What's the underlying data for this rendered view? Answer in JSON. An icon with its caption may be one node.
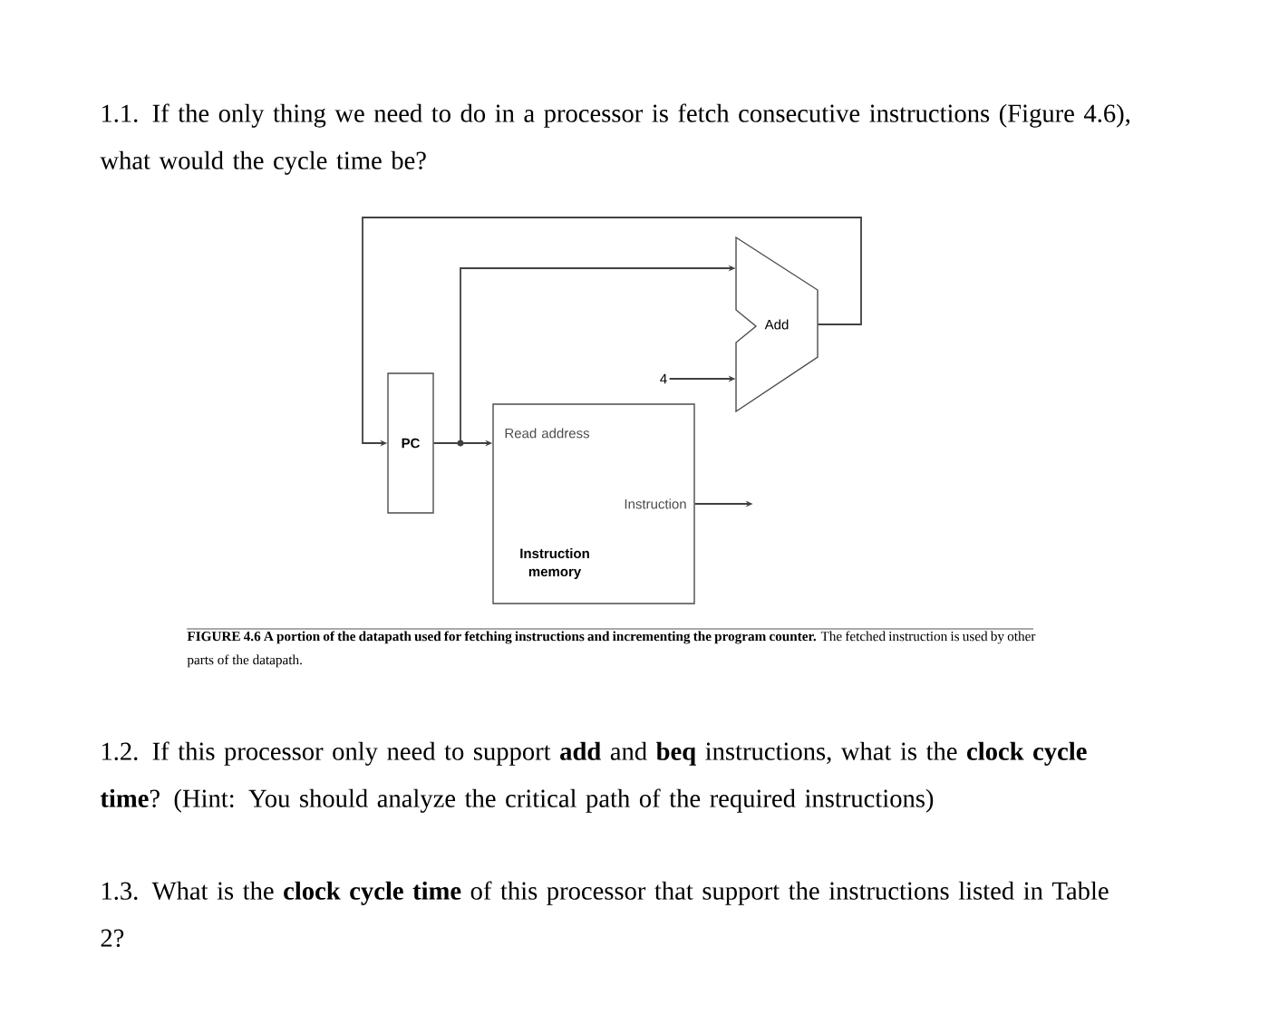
{
  "diagram": {
    "caption": "**FIGURE 4.6 A portion of the datapath used for fetching instructions and incrementing the program counter.** The fetched instruction is used by other parts of the datapath.",
    "nodes": [
      {
        "text": [
          "PC"
        ]
      },
      {
        "text": [
          "Read address",
          "Instruction",
          "Instruction memory"
        ]
      },
      {
        "text": [
          "Add"
        ]
      },
      {
        "text": [
          "4"
        ]
      }
    ],
    "edges": [
      {
        "from": 0,
        "to": 1,
        "arrow": "to"
      },
      {
        "from": 0,
        "to": 2,
        "arrow": "to"
      },
      {
        "from": 2,
        "to": 0,
        "arrow": "to"
      },
      {
        "from": 3,
        "to": 2,
        "arrow": "to"
      },
      {
        "from": 1,
        "to": null,
        "arrow": "to"
      }
    ],
    "labels": [
      "1.1. If the only thing we need to do in a processor is fetch consecutive instructions (Figure 4.6), what would the cycle time be?",
      "1.2. If this processor only need to support **add** and **beq** instructions, what is the **clock cycle time**? (Hint: You should analyze the critical path of the required instructions)",
      "1.3. What is the **clock cycle time** of this processor that support the instructions listed in Table 2?"
    ]
  }
}
